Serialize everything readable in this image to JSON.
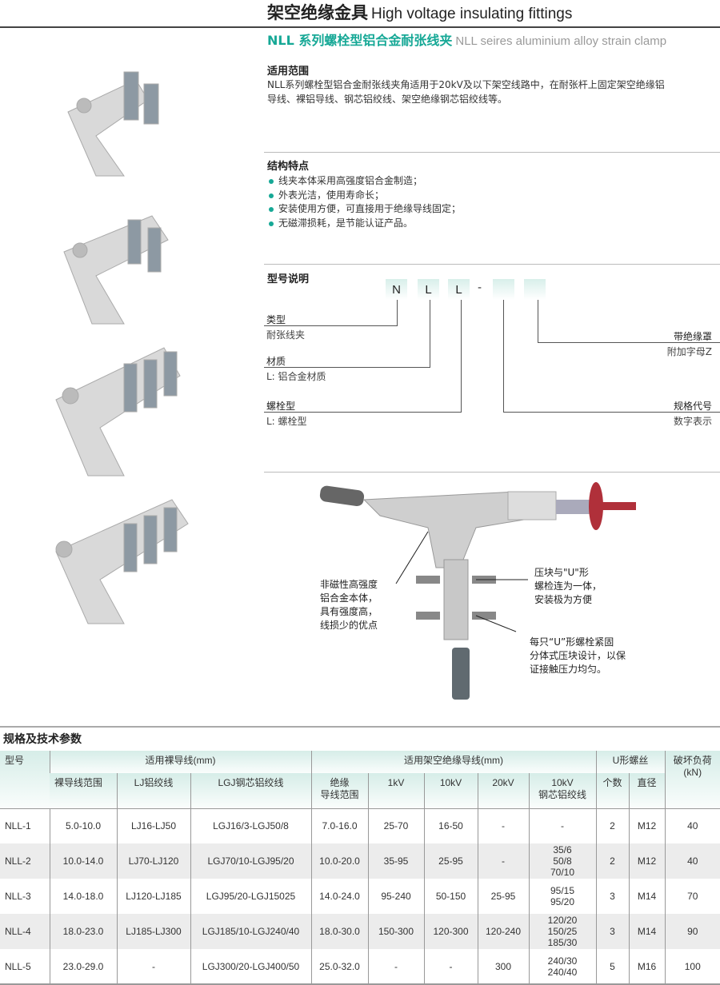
{
  "header": {
    "title_cn": "架空绝缘金具",
    "title_en": "High voltage insulating fittings",
    "subtitle_cn": "NLL 系列螺栓型铝合金耐张线夹",
    "subtitle_en": "NLL seires aluminium alloy strain clamp"
  },
  "scope": {
    "heading": "适用范围",
    "line1": "NLL系列螺栓型铝合金耐张线夹角适用于20kV及以下架空线路中，在耐张杆上固定架空绝缘铝",
    "line2": "导线、裸铝导线、钢芯铝绞线、架空绝缘钢芯铝绞线等。"
  },
  "features": {
    "heading": "结构特点",
    "items": [
      "线夹本体采用高强度铝合金制造；",
      "外表光洁，使用寿命长；",
      "安装使用方便，可直接用于绝缘导线固定；",
      "无磁滞损耗，是节能认证产品。"
    ]
  },
  "model": {
    "heading": "型号说明",
    "code": [
      "N",
      "L",
      "L",
      "-"
    ],
    "type_label": "类型",
    "type_value": "耐张线夹",
    "material_label": "材质",
    "material_value": "L: 铝合金材质",
    "bolt_label": "螺栓型",
    "bolt_value": "L: 螺栓型",
    "cover_label": "带绝缘罩",
    "cover_value": "附加字母Z",
    "spec_label": "规格代号",
    "spec_value": "数字表示"
  },
  "callouts": {
    "body": [
      "非磁性高强度",
      "铝合金本体，",
      "具有强度高，",
      "线损少的优点"
    ],
    "ubolt": [
      "压块与\"U\"形",
      "螺检连为一体，",
      "安装极为方便"
    ],
    "block": [
      "每只“U”形螺栓紧固",
      "分体式压块设计，以保",
      "证接触压力均匀。"
    ]
  },
  "spec": {
    "title": "规格及技术参数",
    "header": {
      "model": "型号",
      "bare": "适用裸导线(mm)",
      "insulated": "适用架空绝缘导线(mm)",
      "ubolt": "U形螺丝",
      "load": "破坏负荷",
      "load_unit": "(kN)",
      "sub": {
        "bare_range": "裸导线范围",
        "lj": "LJ铝绞线",
        "lgj": "LGJ钢芯铝绞线",
        "ins_range1": "绝缘",
        "ins_range2": "导线范围",
        "kv1": "1kV",
        "kv10": "10kV",
        "kv20": "20kV",
        "acsr1": "10kV",
        "acsr2": "钢芯铝绞线",
        "count": "个数",
        "dia": "直径"
      }
    },
    "rows": [
      [
        "NLL-1",
        "5.0-10.0",
        "LJ16-LJ50",
        "LGJ16/3-LGJ50/8",
        "7.0-16.0",
        "25-70",
        "16-50",
        "-",
        [
          "-"
        ],
        "2",
        "M12",
        "40"
      ],
      [
        "NLL-2",
        "10.0-14.0",
        "LJ70-LJ120",
        "LGJ70/10-LGJ95/20",
        "10.0-20.0",
        "35-95",
        "25-95",
        "-",
        [
          "35/6",
          "50/8",
          "70/10"
        ],
        "2",
        "M12",
        "40"
      ],
      [
        "NLL-3",
        "14.0-18.0",
        "LJ120-LJ185",
        "LGJ95/20-LGJ15025",
        "14.0-24.0",
        "95-240",
        "50-150",
        "25-95",
        [
          "95/15",
          "95/20"
        ],
        "3",
        "M14",
        "70"
      ],
      [
        "NLL-4",
        "18.0-23.0",
        "LJ185-LJ300",
        "LGJ185/10-LGJ240/40",
        "18.0-30.0",
        "150-300",
        "120-300",
        "120-240",
        [
          "120/20",
          "150/25",
          "185/30"
        ],
        "3",
        "M14",
        "90"
      ],
      [
        "NLL-5",
        "23.0-29.0",
        "-",
        "LGJ300/20-LGJ400/50",
        "25.0-32.0",
        "-",
        "-",
        "300",
        [
          "240/30",
          "240/40"
        ],
        "5",
        "M16",
        "100"
      ]
    ]
  },
  "colors": {
    "accent": "#16a896"
  }
}
